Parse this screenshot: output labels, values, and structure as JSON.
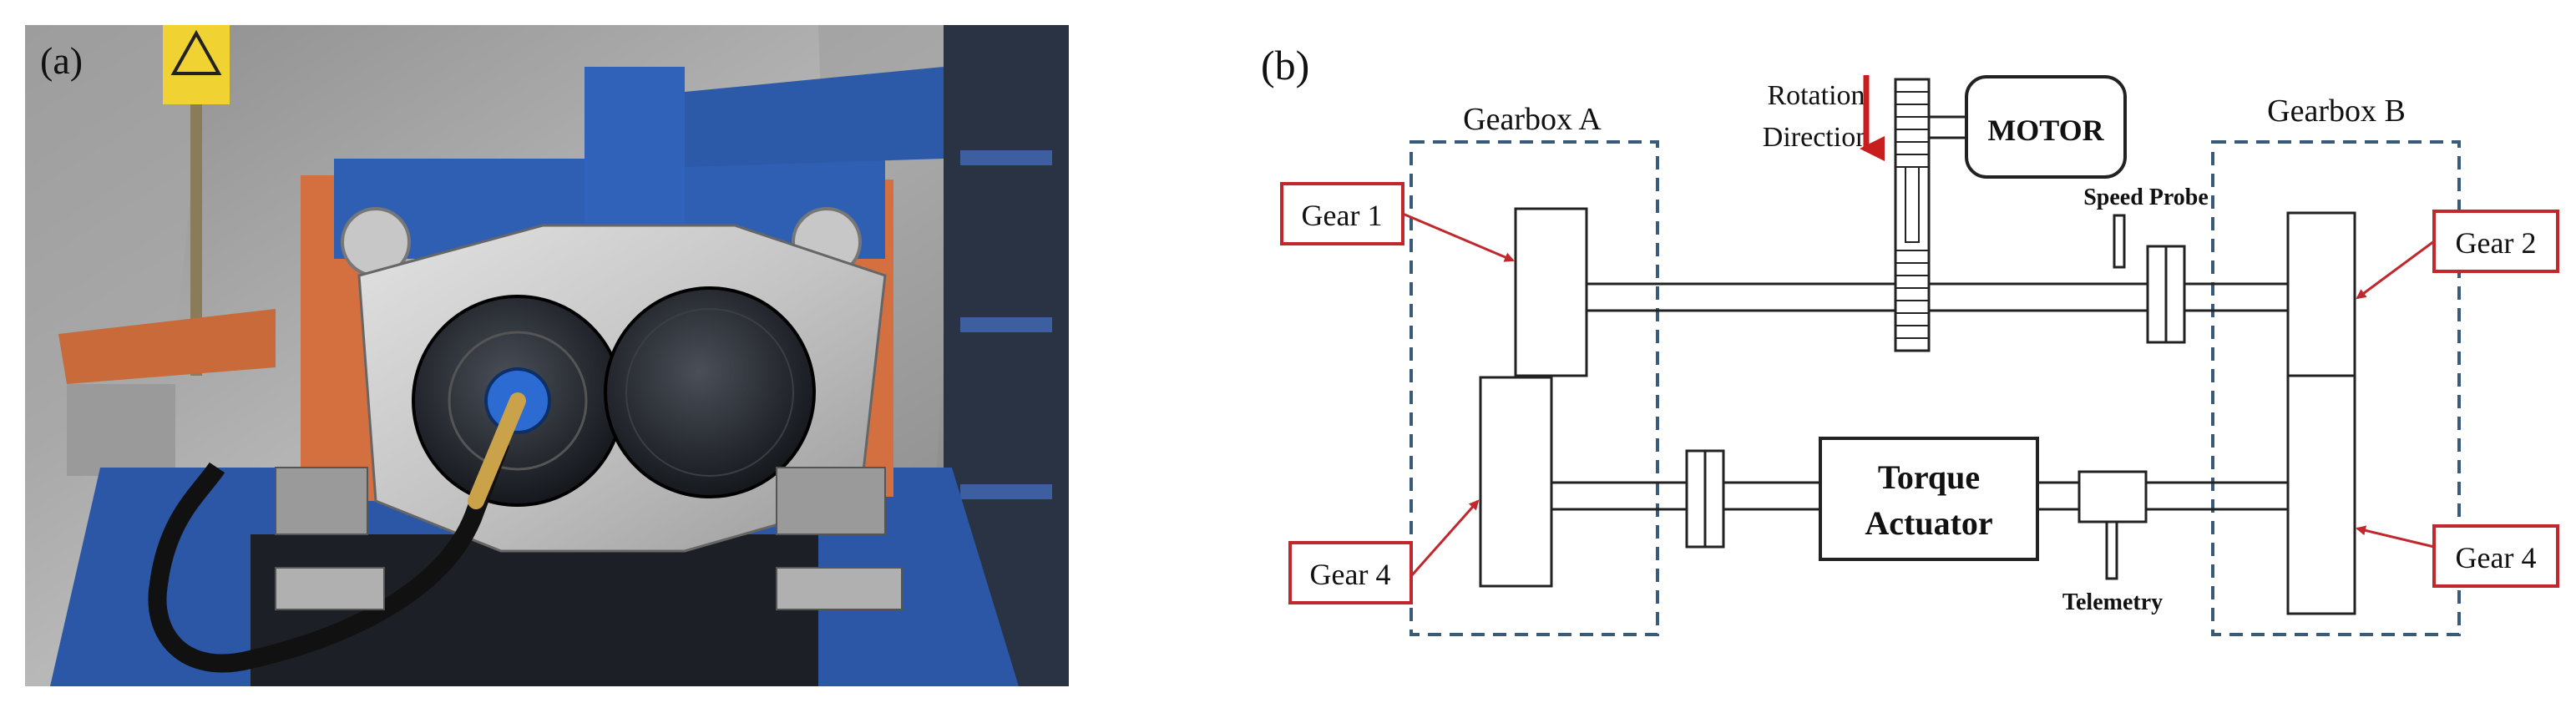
{
  "panel_a": {
    "label": "(a)"
  },
  "panel_b": {
    "label": "(b)",
    "gearbox_a": "Gearbox A",
    "gearbox_b": "Gearbox B",
    "rotation_line1": "Rotation",
    "rotation_line2": "Direction",
    "motor": "MOTOR",
    "speed_probe": "Speed Probe",
    "gear1": "Gear 1",
    "gear2": "Gear 2",
    "gear4_left": "Gear 4",
    "gear4_right": "Gear 4",
    "torque_line1": "Torque",
    "torque_line2": "Actuator",
    "telemetry": "Telemetry"
  },
  "colors": {
    "callout_red": "#c0282d",
    "arrow_red": "#c81e1e",
    "dashed_blue": "#3a5a7a",
    "line_dark": "#222222"
  }
}
